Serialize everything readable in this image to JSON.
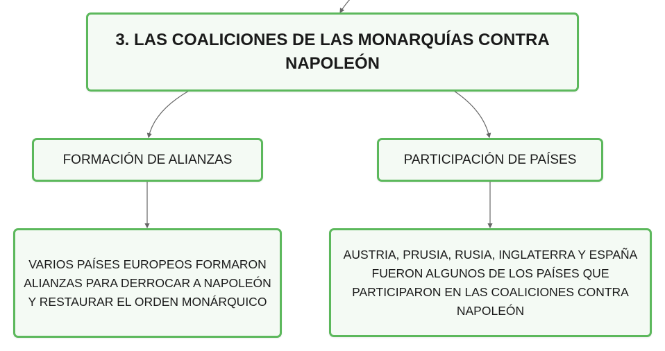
{
  "colors": {
    "node_border": "#5cb85c",
    "node_fill": "#f4faf4",
    "connector": "#666666"
  },
  "root": {
    "title": "3. LAS COALICIONES DE LAS MONARQUÍAS CONTRA NAPOLEÓN"
  },
  "branches": [
    {
      "label": "FORMACIÓN DE ALIANZAS",
      "detail": "VARIOS PAÍSES EUROPEOS FORMARON ALIANZAS PARA DERROCAR A NAPOLEÓN Y RESTAURAR EL ORDEN MONÁRQUICO"
    },
    {
      "label": "PARTICIPACIÓN DE PAÍSES",
      "detail": "AUSTRIA, PRUSIA, RUSIA, INGLATERRA Y ESPAÑA FUERON ALGUNOS DE LOS PAÍSES QUE PARTICIPARON EN LAS COALICIONES CONTRA NAPOLEÓN"
    }
  ]
}
